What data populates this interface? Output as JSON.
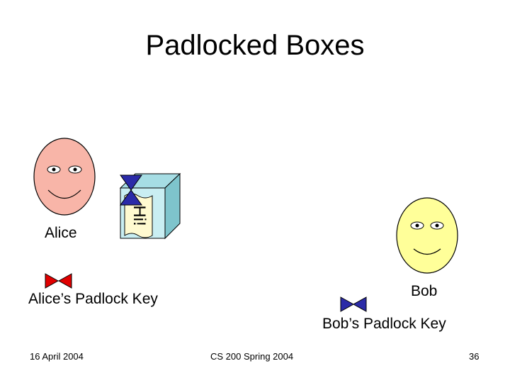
{
  "slide": {
    "title": "Padlocked Boxes",
    "box_note_text": "Hi!",
    "alice_label": "Alice",
    "alice_key_label": "Alice’s Padlock Key",
    "bob_label": "Bob",
    "bob_key_label": "Bob’s Padlock Key"
  },
  "footer": {
    "date": "16 April 2004",
    "course": "CS 200 Spring 2004",
    "page_number": "36"
  },
  "colors": {
    "alice_face": "#f8b5a8",
    "bob_face": "#ffff99",
    "box_front": "#c9eef2",
    "box_side": "#7ec4cc",
    "box_top": "#a6dde4",
    "note": "#fffad0",
    "alice_padlock": "#e00000",
    "bob_padlock": "#2b2ba8"
  }
}
